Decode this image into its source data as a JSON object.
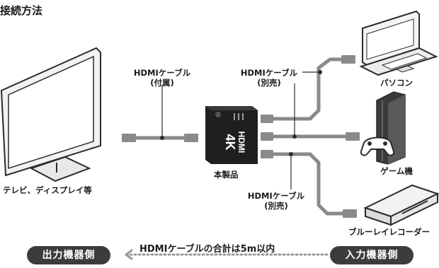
{
  "title": "接続方法",
  "cable_label_included": {
    "line1": "HDMIケーブル",
    "line2": "(付属)"
  },
  "cable_label_sold_top": {
    "line1": "HDMIケーブル",
    "line2": "(別売)"
  },
  "cable_label_sold_bottom": {
    "line1": "HDMIケーブル",
    "line2": "(別売)"
  },
  "device_labels": {
    "tv": "テレビ、ディスプレイ等",
    "product": "本製品",
    "pc": "パソコン",
    "game": "ゲーム機",
    "bluray": "ブルーレイレコーダー"
  },
  "switch_logo": {
    "brand": "HDMI",
    "resolution": "4K"
  },
  "footer": {
    "output_side": "出力機器側",
    "input_side": "入力機器側",
    "note": "HDMIケーブルの合計は5m以内"
  },
  "colors": {
    "cable": "#8a8a8a",
    "dark": "#2b2b2b",
    "pill": "#3c3c3c",
    "arrow": "#9a9a9a"
  },
  "icons": [
    "tv-icon",
    "switch-icon",
    "laptop-icon",
    "game-console-icon",
    "gamepad-icon",
    "bluray-recorder-icon",
    "arrow-left-icon"
  ]
}
